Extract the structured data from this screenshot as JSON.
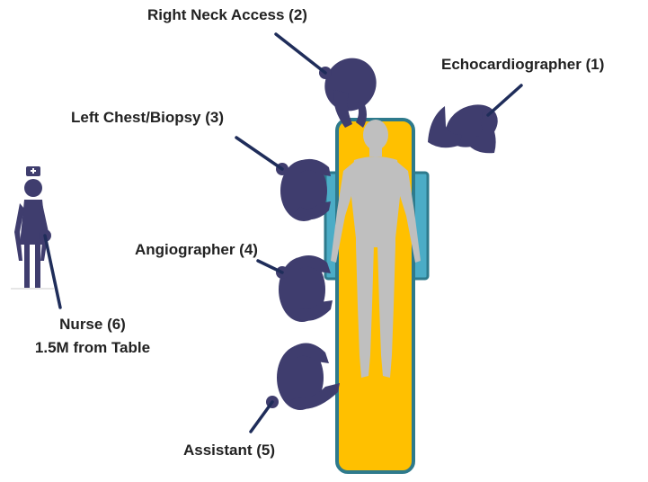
{
  "diagram": {
    "labels": {
      "right_neck": "Right Neck Access (2)",
      "echo": "Echocardiographer (1)",
      "left_chest": "Left Chest/Biopsy (3)",
      "angio": "Angiographer (4)",
      "assistant": "Assistant (5)",
      "nurse_line1": "Nurse (6)",
      "nurse_line2": "1.5M from Table"
    },
    "colors": {
      "table": "#FFC000",
      "table_border": "#2E7A8C",
      "armboard": "#4BACC6",
      "staff": "#3F3D6E",
      "patient": "#BFBFBF",
      "pointer": "#1F2D5A"
    }
  }
}
